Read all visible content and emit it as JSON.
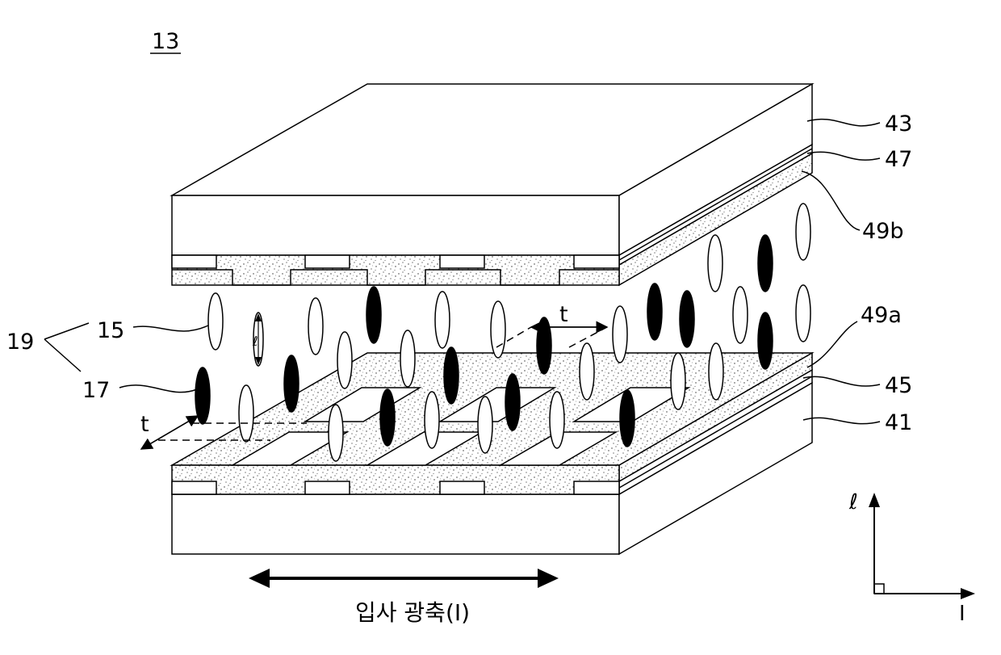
{
  "figure": {
    "number": "13",
    "labels": {
      "upper_substrate": "43",
      "upper_electrode": "47",
      "upper_alignment_layer": "49b",
      "lower_alignment_layer": "49a",
      "lower_electrode": "45",
      "lower_substrate": "41",
      "liquid_crystal_group": "19",
      "first_molecule": "15",
      "second_molecule": "17",
      "thickness_front": "t",
      "thickness_back": "t",
      "molecule_long_axis": "ℓ"
    },
    "incident_axis_caption": "입사 광축(I)",
    "axes": {
      "vertical": "ℓ",
      "horizontal": "I"
    }
  }
}
